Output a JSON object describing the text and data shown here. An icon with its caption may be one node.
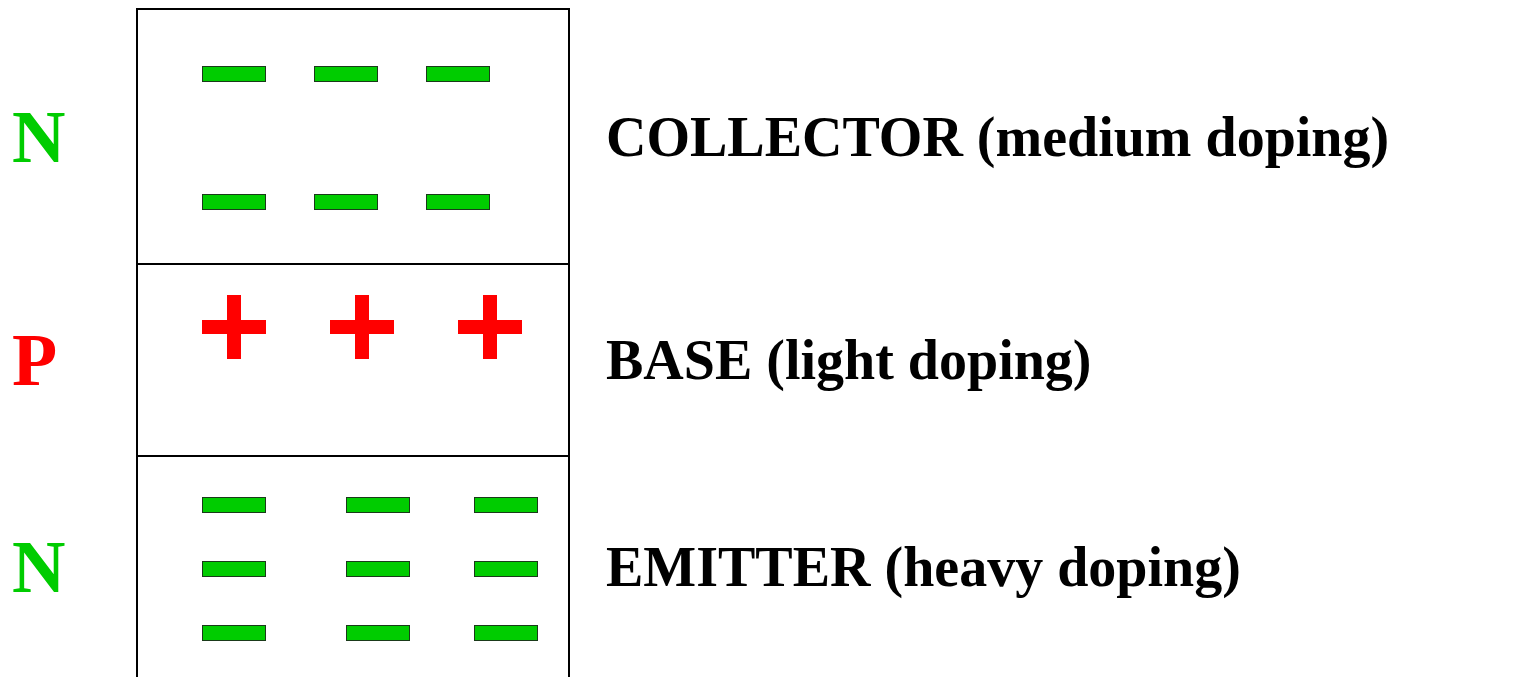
{
  "diagram": {
    "nodes": [
      {
        "text": [],
        "shape": "box",
        "beside": [
          "N",
          "COLLECTOR (medium doping)"
        ]
      },
      {
        "text": [],
        "shape": "box",
        "beside": [
          "P",
          "BASE (light doping)"
        ]
      },
      {
        "text": [],
        "shape": "box",
        "beside": [
          "N",
          "EMITTER (heavy doping)"
        ]
      }
    ]
  }
}
